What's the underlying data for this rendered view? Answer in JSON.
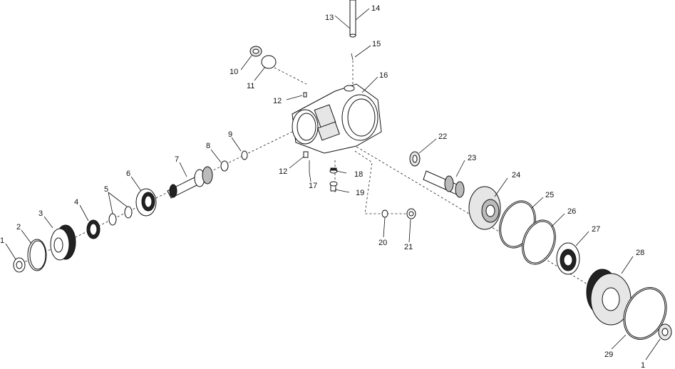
{
  "labels": {
    "l1a": "1",
    "l1b": "1",
    "l2": "2",
    "l3": "3",
    "l4": "4",
    "l5": "5",
    "l6": "6",
    "l7": "7",
    "l8": "8",
    "l9": "9",
    "l10": "10",
    "l11": "11",
    "l12a": "12",
    "l12b": "12",
    "l13": "13",
    "l14": "14",
    "l15": "15",
    "l16": "16",
    "l17": "17",
    "l18": "18",
    "l19": "19",
    "l20": "20",
    "l21": "21",
    "l22": "22",
    "l23": "23",
    "l24": "24",
    "l25": "25",
    "l26": "26",
    "l27": "27",
    "l28": "28",
    "l29": "29"
  },
  "colors": {
    "ink": "#111111",
    "background": "#ffffff"
  }
}
